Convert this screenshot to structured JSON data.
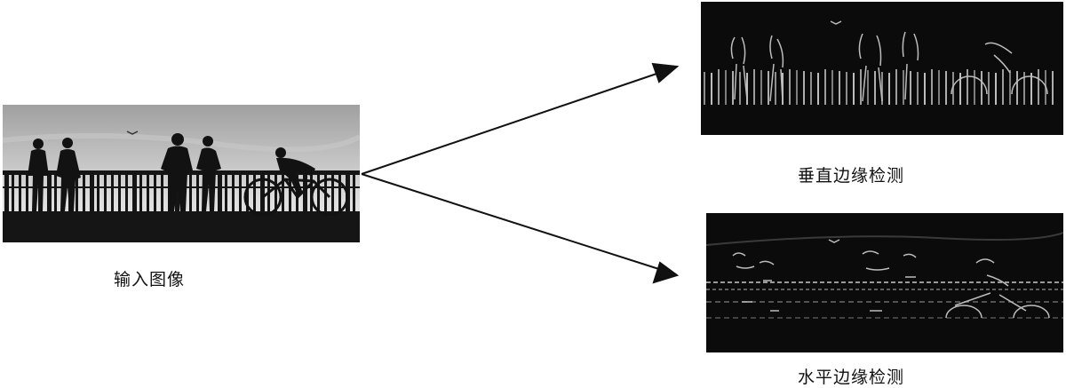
{
  "captions": {
    "input": "输入图像",
    "vertical": "垂直边缘检测",
    "horizontal": "水平边缘检测"
  },
  "colors": {
    "background": "#ffffff",
    "silhouette": "#121212",
    "sky_top": "#9e9e9e",
    "sky_bottom": "#e6e6e6",
    "edge_panel": "#0b0b0b",
    "edge_line": "#d8d8d8",
    "arrow": "#111111"
  }
}
